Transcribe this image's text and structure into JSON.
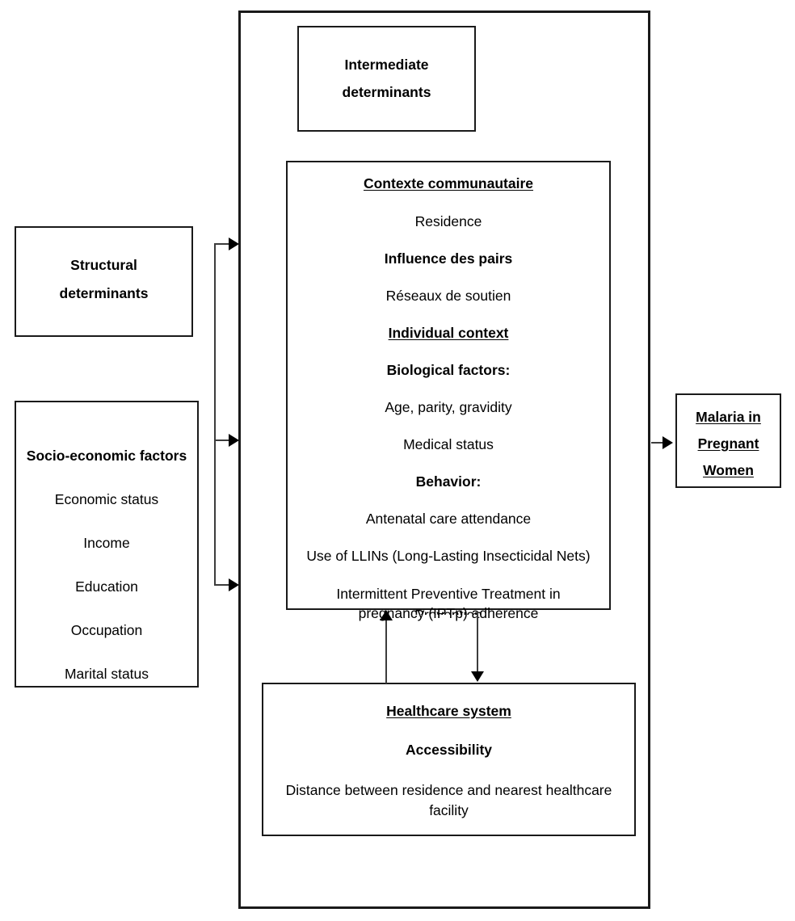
{
  "diagram": {
    "title_box": {
      "label_line1": "Intermediate",
      "label_line2": "determinants"
    },
    "structural_box": {
      "label_line1": "Structural",
      "label_line2": "determinants"
    },
    "socioeconomic_box": {
      "heading": "Socio-economic factors",
      "items": [
        "Economic status",
        "Income",
        "Education",
        "Occupation",
        "Marital status"
      ]
    },
    "intermediate_box": {
      "community_heading": "Contexte communautaire",
      "community_item": "Residence",
      "peer_heading": "Influence des pairs",
      "peer_item": "Réseaux de soutien",
      "individual_heading": "Individual context",
      "biological_heading": "Biological factors:",
      "biological_items": [
        "Age, parity, gravidity",
        "Medical status"
      ],
      "behavior_heading": "Behavior:",
      "behavior_items": [
        "Antenatal care attendance",
        "Use of LLINs (Long-Lasting Insecticidal Nets)",
        "Intermittent Preventive Treatment in pregnancy (IPTp) adherence"
      ],
      "clipped_item": "Prevention"
    },
    "healthcare_box": {
      "heading": "Healthcare system",
      "subheading": "Accessibility",
      "detail": "Distance between residence and nearest healthcare facility"
    },
    "outcome_box": {
      "line1": "Malaria in",
      "line2": "Pregnant",
      "line3": "Women"
    }
  }
}
